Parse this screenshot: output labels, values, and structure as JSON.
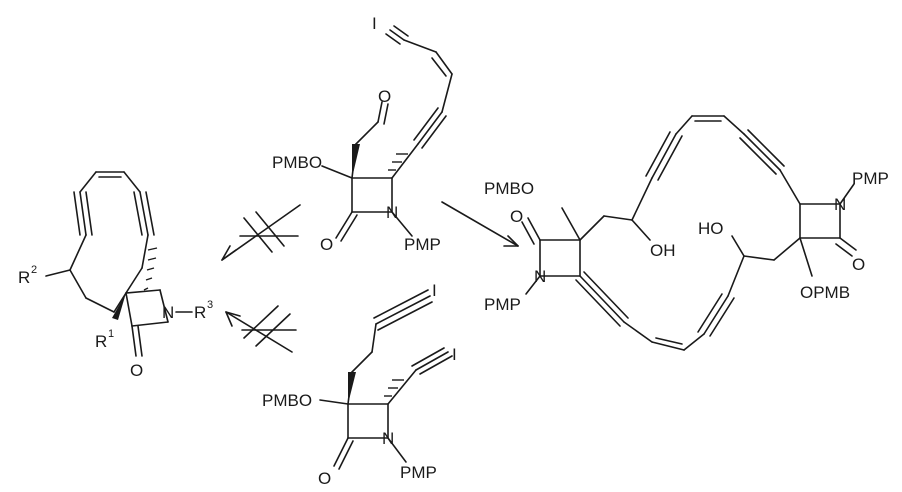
{
  "labels": {
    "left": {
      "r2": "R",
      "r2_sup": "2",
      "r1": "R",
      "r1_sup": "1",
      "n": "N",
      "r3": "R",
      "r3_sup": "3",
      "o": "O"
    },
    "top": {
      "i": "I",
      "o_ald": "O",
      "pmbo": "PMBO",
      "n": "N",
      "o": "O",
      "pmp": "PMP"
    },
    "bottom": {
      "i1": "I",
      "i2": "I",
      "pmbo": "PMBO",
      "n": "N",
      "o": "O",
      "pmp": "PMP"
    },
    "macro": {
      "pmbo": "PMBO",
      "o_left": "O",
      "n_left": "N",
      "pmp_left": "PMP",
      "oh": "OH",
      "ho": "HO",
      "n_right": "N",
      "pmp_right": "PMP",
      "o_right": "O",
      "opmb": "OPMB"
    }
  }
}
